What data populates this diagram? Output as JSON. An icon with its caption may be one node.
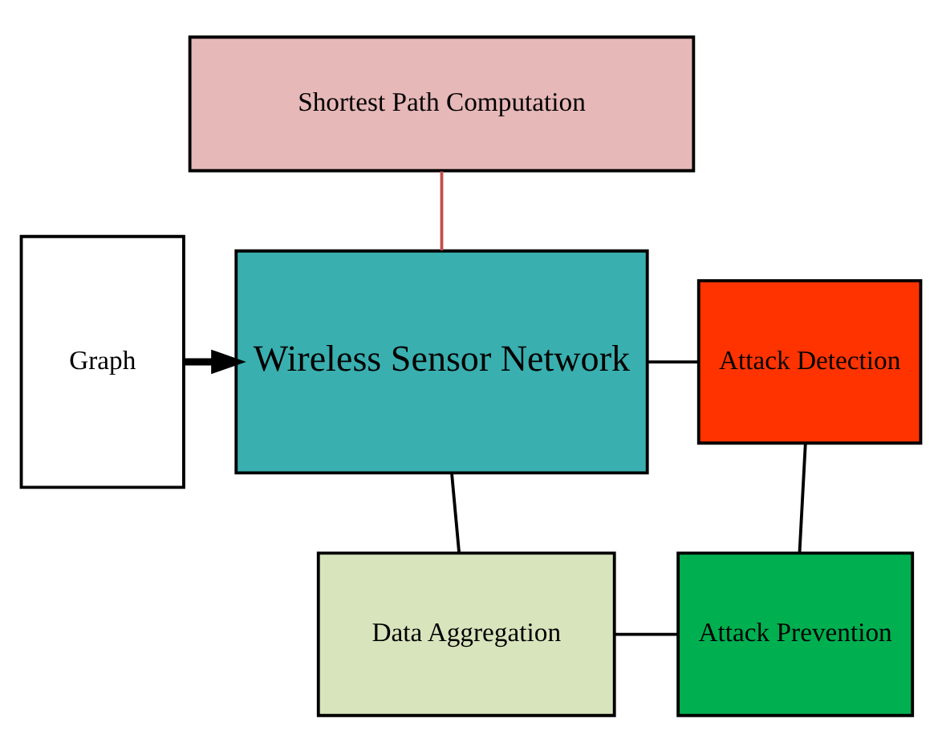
{
  "diagram": {
    "nodes": [
      {
        "text": [
          "Shortest Path Computation"
        ]
      },
      {
        "text": [
          "Graph"
        ]
      },
      {
        "text": [
          "Wireless Sensor Network"
        ]
      },
      {
        "text": [
          "Attack Detection"
        ]
      },
      {
        "text": [
          "Data Aggregation"
        ]
      },
      {
        "text": [
          "Attack Prevention"
        ]
      }
    ],
    "edges": [
      {
        "from": 0,
        "to": 2,
        "arrow": "none",
        "color": "#c0504d"
      },
      {
        "from": 1,
        "to": 2,
        "arrow": "to",
        "style": "thick"
      },
      {
        "from": 2,
        "to": 3,
        "arrow": "none"
      },
      {
        "from": 2,
        "to": 4,
        "arrow": "none"
      },
      {
        "from": 3,
        "to": 5,
        "arrow": "none"
      },
      {
        "from": 4,
        "to": 5,
        "arrow": "none"
      }
    ]
  }
}
